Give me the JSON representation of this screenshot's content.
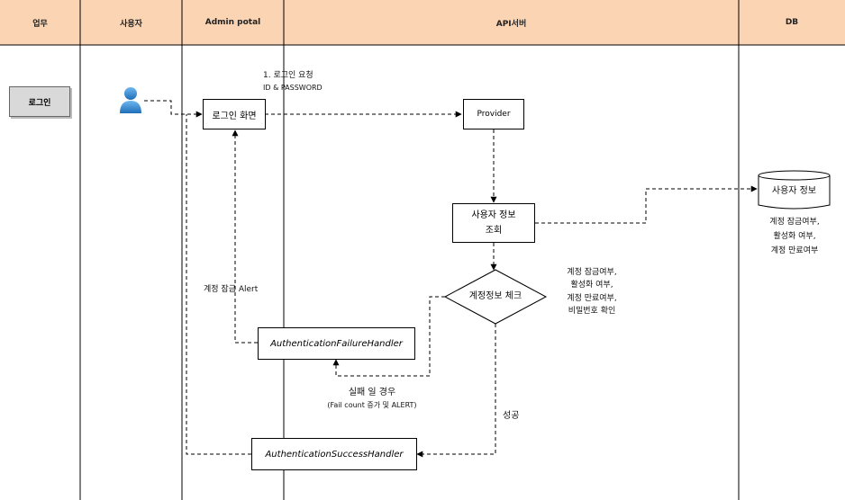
{
  "lanes": {
    "work": "업무",
    "user": "사용자",
    "admin": "Admin potal",
    "api": "API서버",
    "db": "DB"
  },
  "task": {
    "label": "로그인"
  },
  "request": {
    "line1": "1. 로그인 요청",
    "line2": "ID & PASSWORD"
  },
  "nodes": {
    "login_screen": "로그인 화면",
    "provider": "Provider",
    "user_info_lookup_l1": "사용자 정보",
    "user_info_lookup_l2": "조회",
    "check": "계정정보 체크",
    "failure_handler": "AuthenticationFailureHandler",
    "success_handler": "AuthenticationSuccessHandler",
    "db_user_info": "사용자 정보"
  },
  "notes": {
    "lock_alert": "계정 잠금 Alert",
    "check_items": [
      "계정 잠금여부,",
      "활성화 여부,",
      "계정 만료여부,",
      "비밀번호 확인"
    ],
    "db_items": [
      "계정 잠금여부,",
      "활성화 여부,",
      "계정 만료여부"
    ],
    "fail_l1": "실패 일 경우",
    "fail_l2": "(Fail count 증가 및 ALERT)",
    "success": "성공"
  },
  "colors": {
    "header_bg": "#fbd4b4",
    "task_bg": "#d9d9d9",
    "user_icon": "#3b8fd6"
  },
  "icons": {
    "user": "user-icon",
    "database": "database-icon"
  }
}
